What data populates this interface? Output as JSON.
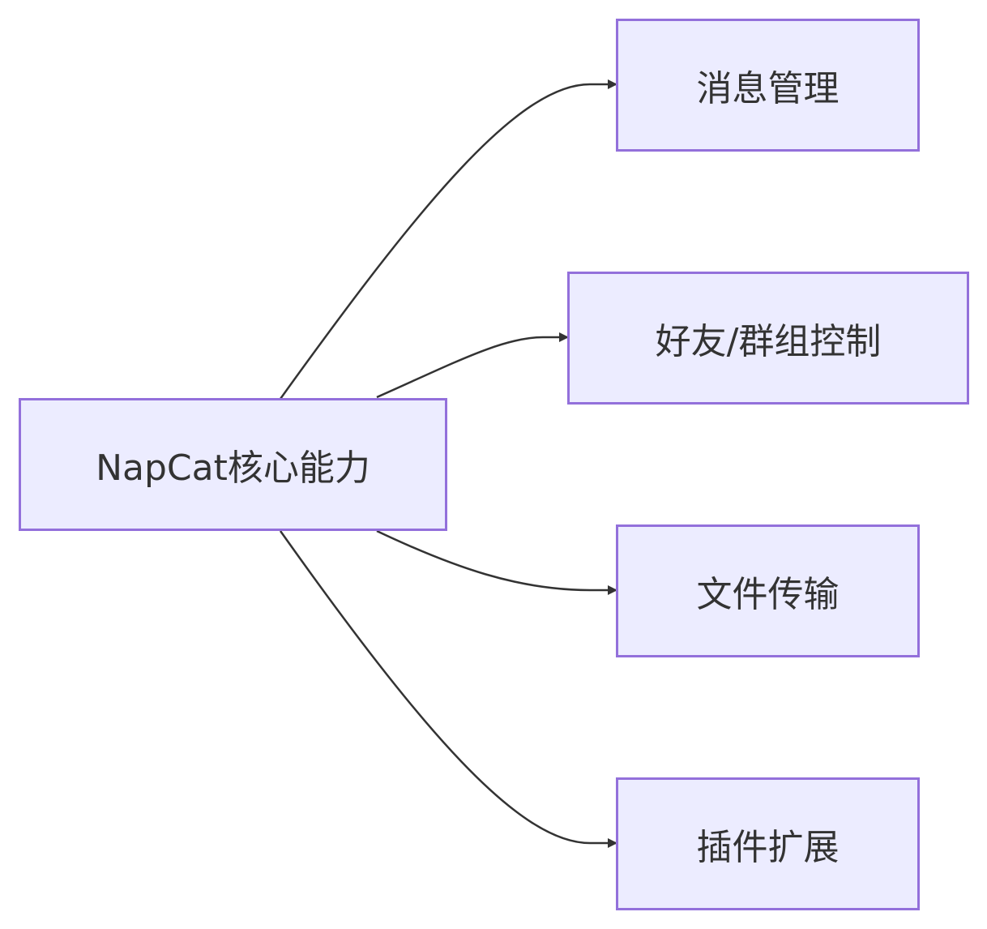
{
  "diagram": {
    "type": "flowchart",
    "direction": "left-to-right",
    "root": {
      "id": "root",
      "label": "NapCat核心能力"
    },
    "children": [
      {
        "id": "msg",
        "label": "消息管理"
      },
      {
        "id": "friend",
        "label": "好友/群组控制"
      },
      {
        "id": "file",
        "label": "文件传输"
      },
      {
        "id": "plugin",
        "label": "插件扩展"
      }
    ],
    "edges": [
      {
        "from": "root",
        "to": "msg"
      },
      {
        "from": "root",
        "to": "friend"
      },
      {
        "from": "root",
        "to": "file"
      },
      {
        "from": "root",
        "to": "plugin"
      }
    ],
    "colors": {
      "node_fill": "#ECECFF",
      "node_border": "#9370DB",
      "edge": "#333333",
      "text": "#333333"
    }
  }
}
